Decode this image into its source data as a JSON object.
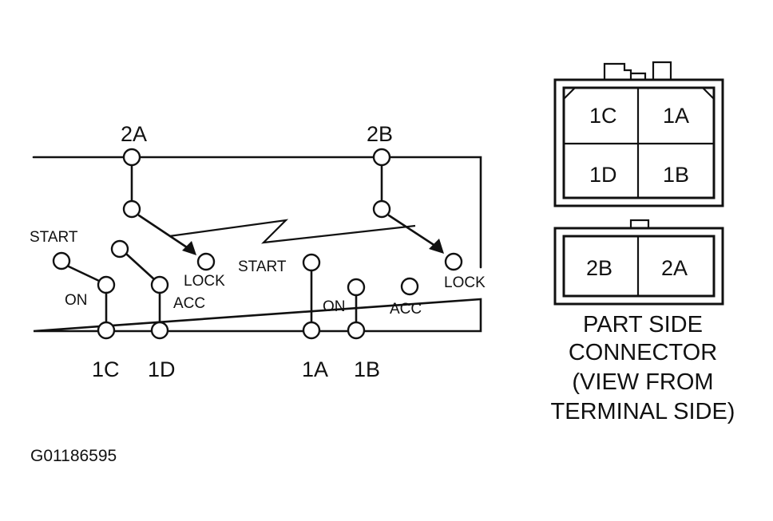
{
  "switch_diagram": {
    "top_terminals": {
      "t2A": "2A",
      "t2B": "2B"
    },
    "bottom_terminals": {
      "t1C": "1C",
      "t1D": "1D",
      "t1A": "1A",
      "t1B": "1B"
    },
    "positions": {
      "start_left": "START",
      "on_left": "ON",
      "acc_left": "ACC",
      "lock_left": "LOCK",
      "start_right": "START",
      "on_right": "ON",
      "acc_right": "ACC",
      "lock_right": "LOCK"
    }
  },
  "connector": {
    "upper_cells": [
      "1C",
      "1A",
      "1D",
      "1B"
    ],
    "lower_cells": [
      "2B",
      "2A"
    ],
    "caption_lines": [
      "PART SIDE",
      "CONNECTOR",
      "(VIEW FROM",
      "TERMINAL SIDE)"
    ]
  },
  "figure_id": "G01186595"
}
